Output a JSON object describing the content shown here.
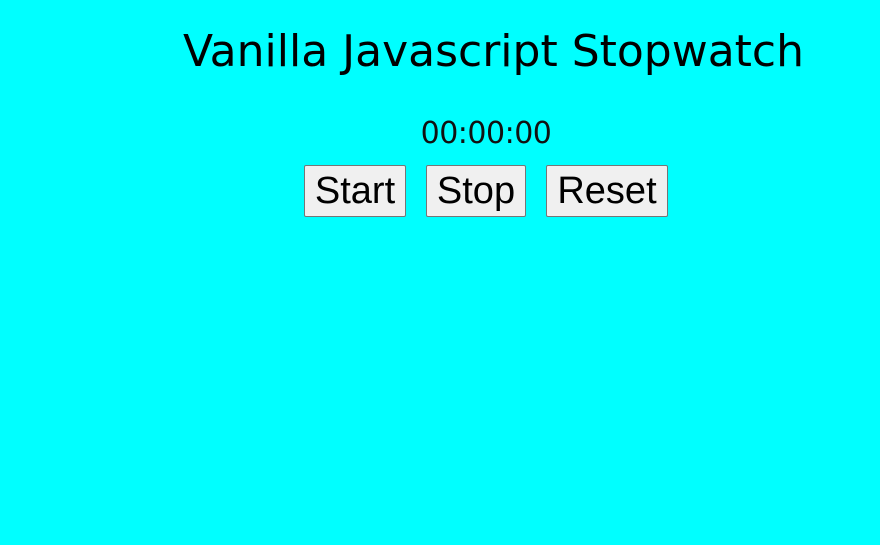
{
  "page": {
    "title": "Vanilla Javascript Stopwatch",
    "background_color": "#00ffff"
  },
  "stopwatch": {
    "display": "00:00:00"
  },
  "controls": {
    "start_label": "Start",
    "stop_label": "Stop",
    "reset_label": "Reset"
  }
}
